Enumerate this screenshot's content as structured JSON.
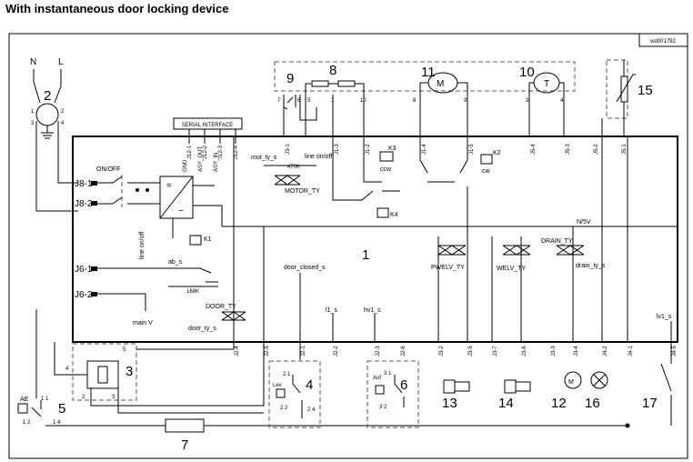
{
  "title": "With instantaneous door locking device",
  "ref_code": "wd001792",
  "mains": {
    "n": "N",
    "l": "L"
  },
  "components": {
    "c1": "1",
    "c2": "2",
    "c3": "3",
    "c4": "4",
    "c5": "5",
    "c6": "6",
    "c7": "7",
    "c8": "8",
    "c9": "9",
    "c10": "10",
    "c11": "11",
    "c12": "12",
    "c13": "13",
    "c14": "14",
    "c15": "15",
    "c16": "16",
    "c17": "17"
  },
  "connectors": {
    "j8_1": "J8-1",
    "j8_2": "J8-2",
    "j6_1": "J6-1",
    "j6_2": "J6-2",
    "j12_1": "J12-1",
    "j12_2": "J12-2",
    "j12_3": "J12-3",
    "j12_4": "J12-4",
    "j3_1": "J3-1",
    "j1_3": "J1-3",
    "j1_2": "J1-2",
    "j1_4": "J1-4",
    "j1_5": "J1-5",
    "j5_4": "J5-4",
    "j5_3": "J5-3",
    "j5_2": "J5-2",
    "j5_1": "J5-1",
    "j2_4": "J2-4",
    "j2_5": "J2-5",
    "j2_1": "J2-1",
    "j2_2": "J2-2",
    "j2_3": "J2-3",
    "j2_6": "J2-6",
    "j3_2": "J3-2",
    "j3_5": "J3-5",
    "j3_7": "J3-7",
    "j3_6": "J3-6",
    "j3_3": "J3-3",
    "j3_4": "J3-4",
    "j4_2": "J4-2",
    "j4_1": "J4-1",
    "j4_5": "J4-5"
  },
  "pins": {
    "p1": "1",
    "p2": "2",
    "p3": "3",
    "p4": "4",
    "p5": "5",
    "p6": "6",
    "p7": "7",
    "p8": "8",
    "p9": "9",
    "p10": "10",
    "p11": "1 1",
    "p12": "1 2",
    "p14": "1 4",
    "p21": "2 1",
    "p22": "2 2",
    "p24": "2 4",
    "p31": "3 1",
    "p32": "3 2"
  },
  "labels": {
    "serial": "SERIAL INTERFACE",
    "gnd": "GND",
    "asy_out": "ASY_OUT",
    "asy_in": "ASY_IN",
    "on_off": "ON/OFF",
    "line_onoff": "line on/off",
    "mot_ty_s": "mot_ty_s",
    "r470": "470K",
    "motor_ty": "MOTOR_TY",
    "k1": "K1",
    "k2": "K2",
    "k3": "K3",
    "k4": "K4",
    "ccw": "ccw",
    "cw": "cw",
    "ab_s": "ab_s",
    "r168k": "168K",
    "main_v": "main V",
    "door_ty": "DOOR_TY",
    "door_ty_s": "door_ty_s",
    "door_closed_s": "door_closed_s",
    "l1_s": "l1_s",
    "hv1_s": "hv1_s",
    "lv1_s": "lv1_s",
    "n5v": "N/5V",
    "pwelv_ty": "PWELV_TY",
    "welv_ty": "WELV_TY",
    "drain_ty": "DRAIN_TY",
    "drain_ty_s": "drain_ty_s",
    "ae": "AE",
    "lev": "Lev",
    "aof": "Aof"
  },
  "symbols": {
    "dc": "=",
    "ac": "~",
    "motor": "M",
    "tacho": "T"
  }
}
